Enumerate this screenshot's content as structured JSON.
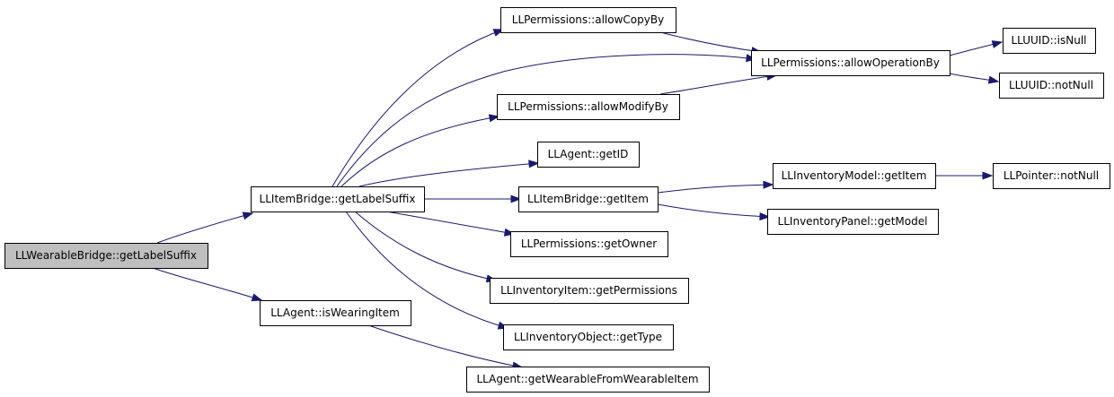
{
  "graph": {
    "nodes": [
      {
        "id": "n0",
        "name": "node-llwearablebridge-getlabelsuffix",
        "label": "LLWearableBridge::getLabelSuffix",
        "root": true
      },
      {
        "id": "n1",
        "name": "node-llitembridge-getlabelsuffix",
        "label": "LLItemBridge::getLabelSuffix"
      },
      {
        "id": "n2",
        "name": "node-llagent-iswearingitem",
        "label": "LLAgent::isWearingItem"
      },
      {
        "id": "n3",
        "name": "node-llpermissions-allowcopyby",
        "label": "LLPermissions::allowCopyBy"
      },
      {
        "id": "n4",
        "name": "node-llpermissions-allowoperationby",
        "label": "LLPermissions::allowOperationBy"
      },
      {
        "id": "n5",
        "name": "node-llpermissions-allowmodifyby",
        "label": "LLPermissions::allowModifyBy"
      },
      {
        "id": "n6",
        "name": "node-llagent-getid",
        "label": "LLAgent::getID"
      },
      {
        "id": "n7",
        "name": "node-llitembridge-getitem",
        "label": "LLItemBridge::getItem"
      },
      {
        "id": "n8",
        "name": "node-llpermissions-getowner",
        "label": "LLPermissions::getOwner"
      },
      {
        "id": "n9",
        "name": "node-llinventoryitem-getpermissions",
        "label": "LLInventoryItem::getPermissions"
      },
      {
        "id": "n10",
        "name": "node-llinventoryobject-gettype",
        "label": "LLInventoryObject::getType"
      },
      {
        "id": "n11",
        "name": "node-llagent-getwearablefromwearableitem",
        "label": "LLAgent::getWearableFromWearableItem"
      },
      {
        "id": "n12",
        "name": "node-lluuid-isnull",
        "label": "LLUUID::isNull"
      },
      {
        "id": "n13",
        "name": "node-lluuid-notnull",
        "label": "LLUUID::notNull"
      },
      {
        "id": "n14",
        "name": "node-llinventorymodel-getitem",
        "label": "LLInventoryModel::getItem"
      },
      {
        "id": "n15",
        "name": "node-llinventorypanel-getmodel",
        "label": "LLInventoryPanel::getModel"
      },
      {
        "id": "n16",
        "name": "node-llpointer-notnull",
        "label": "LLPointer::notNull"
      }
    ],
    "edges": [
      {
        "from": "n0",
        "to": "n1"
      },
      {
        "from": "n0",
        "to": "n2"
      },
      {
        "from": "n1",
        "to": "n3"
      },
      {
        "from": "n1",
        "to": "n4"
      },
      {
        "from": "n1",
        "to": "n5"
      },
      {
        "from": "n1",
        "to": "n6"
      },
      {
        "from": "n1",
        "to": "n7"
      },
      {
        "from": "n1",
        "to": "n8"
      },
      {
        "from": "n1",
        "to": "n9"
      },
      {
        "from": "n1",
        "to": "n10"
      },
      {
        "from": "n2",
        "to": "n11"
      },
      {
        "from": "n3",
        "to": "n4"
      },
      {
        "from": "n5",
        "to": "n4"
      },
      {
        "from": "n4",
        "to": "n12"
      },
      {
        "from": "n4",
        "to": "n13"
      },
      {
        "from": "n7",
        "to": "n14"
      },
      {
        "from": "n7",
        "to": "n15"
      },
      {
        "from": "n14",
        "to": "n16"
      }
    ]
  }
}
